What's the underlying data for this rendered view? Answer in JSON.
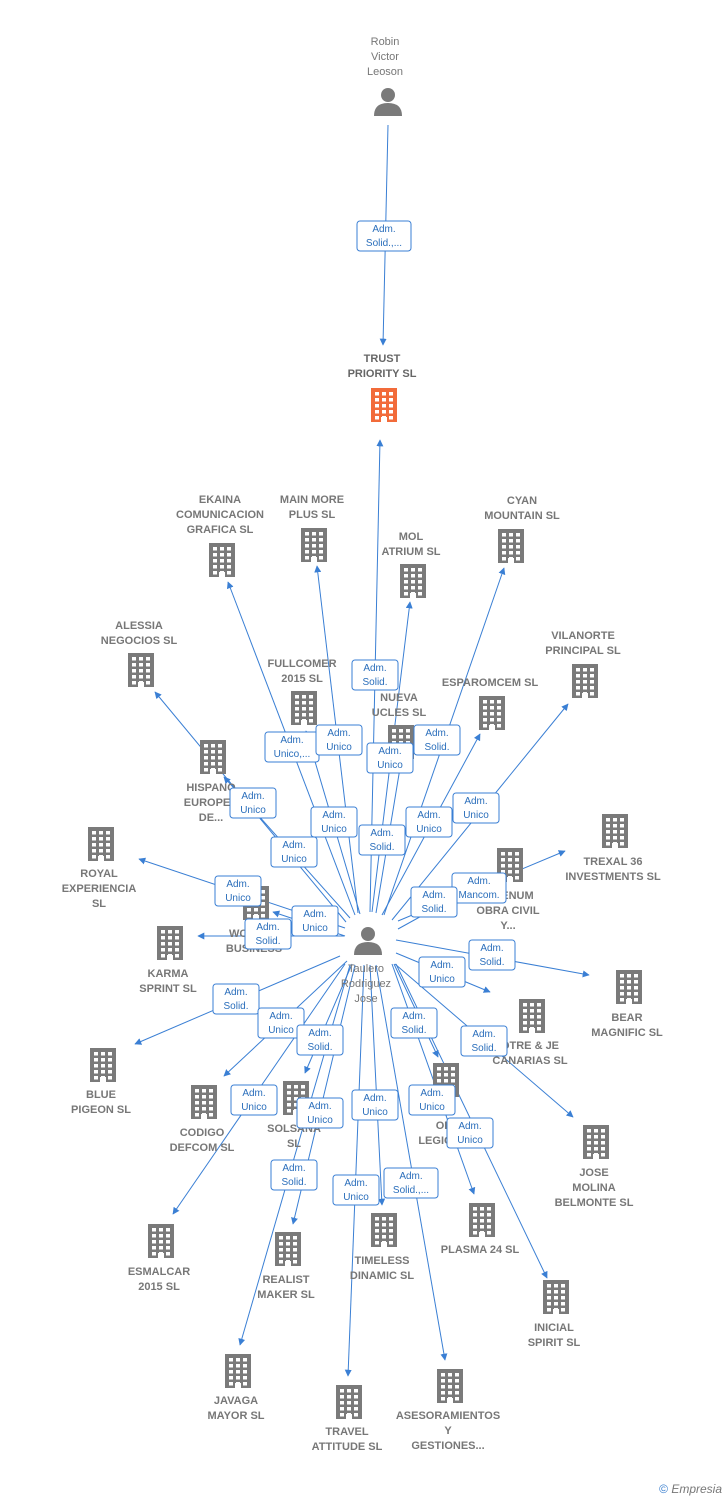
{
  "colors": {
    "edge": "#3a7fd4",
    "building": "#7a7a7a",
    "highlight": "#f26b3a",
    "person": "#7a7a7a",
    "edge_label_border": "#3a7fd4"
  },
  "nodes": [
    {
      "id": "robin",
      "kind": "person",
      "label": [
        "Robin",
        "Victor",
        "Leoson"
      ]
    },
    {
      "id": "trust",
      "kind": "company-highlight",
      "label": [
        "TRUST",
        "PRIORITY  SL"
      ]
    },
    {
      "id": "taulero",
      "kind": "person",
      "label": [
        "Taulero",
        "Rodriguez",
        "Jose"
      ]
    },
    {
      "id": "ekaina",
      "kind": "company",
      "label": [
        "EKAINA",
        "COMUNICACION",
        "GRAFICA  SL"
      ]
    },
    {
      "id": "mainmore",
      "kind": "company",
      "label": [
        "MAIN MORE",
        "PLUS  SL"
      ]
    },
    {
      "id": "molatrium",
      "kind": "company",
      "label": [
        "MOL",
        "ATRIUM  SL"
      ]
    },
    {
      "id": "cyan",
      "kind": "company",
      "label": [
        "CYAN",
        "MOUNTAIN  SL"
      ]
    },
    {
      "id": "alessia",
      "kind": "company",
      "label": [
        "ALESSIA",
        "NEGOCIOS  SL"
      ]
    },
    {
      "id": "vilanorte",
      "kind": "company",
      "label": [
        "VILANORTE",
        "PRINCIPAL  SL"
      ]
    },
    {
      "id": "fullcomer",
      "kind": "company",
      "label": [
        "FULLCOMER",
        "2015  SL"
      ]
    },
    {
      "id": "nuevaucles",
      "kind": "company",
      "label": [
        "NUEVA",
        "UCLES  SL"
      ]
    },
    {
      "id": "esparomcem",
      "kind": "company",
      "label": [
        "ESPAROMCEM  SL"
      ]
    },
    {
      "id": "hispano",
      "kind": "company",
      "label": [
        "HISPANO",
        "EUROPEA",
        "DE..."
      ]
    },
    {
      "id": "trexal",
      "kind": "company",
      "label": [
        "TREXAL 36",
        "INVESTMENTS SL"
      ]
    },
    {
      "id": "royal",
      "kind": "company",
      "label": [
        "ROYAL",
        "EXPERIENCIA",
        "SL"
      ]
    },
    {
      "id": "milenum",
      "kind": "company",
      "label": [
        "MILENUM",
        "OBRA CIVIL",
        "Y..."
      ]
    },
    {
      "id": "wonder",
      "kind": "company",
      "label": [
        "WONDER",
        "BUSINESS"
      ]
    },
    {
      "id": "karma",
      "kind": "company",
      "label": [
        "KARMA",
        "SPRINT  SL"
      ]
    },
    {
      "id": "bear",
      "kind": "company",
      "label": [
        "BEAR",
        "MAGNIFIC  SL"
      ]
    },
    {
      "id": "otre",
      "kind": "company",
      "label": [
        "OTRE & JE",
        "CANARIAS  SL"
      ]
    },
    {
      "id": "blue",
      "kind": "company",
      "label": [
        "BLUE",
        "PIGEON  SL"
      ]
    },
    {
      "id": "codigo",
      "kind": "company",
      "label": [
        "CODIGO",
        "DEFCOM  SL"
      ]
    },
    {
      "id": "solsa",
      "kind": "company",
      "label": [
        "SOLSANA",
        "SL"
      ]
    },
    {
      "id": "legio",
      "kind": "company",
      "label": [
        "OR",
        "LEGIO SL"
      ]
    },
    {
      "id": "jose",
      "kind": "company",
      "label": [
        "JOSE",
        "MOLINA",
        "BELMONTE  SL"
      ]
    },
    {
      "id": "esmalcar",
      "kind": "company",
      "label": [
        "ESMALCAR",
        "2015  SL"
      ]
    },
    {
      "id": "timeless",
      "kind": "company",
      "label": [
        "TIMELESS",
        "DINAMIC  SL"
      ]
    },
    {
      "id": "plasma",
      "kind": "company",
      "label": [
        "PLASMA 24 SL"
      ]
    },
    {
      "id": "realist",
      "kind": "company",
      "label": [
        "REALIST",
        "MAKER  SL"
      ]
    },
    {
      "id": "inicial",
      "kind": "company",
      "label": [
        "INICIAL",
        "SPIRIT  SL"
      ]
    },
    {
      "id": "javaga",
      "kind": "company",
      "label": [
        "JAVAGA",
        "MAYOR  SL"
      ]
    },
    {
      "id": "travel",
      "kind": "company",
      "label": [
        "TRAVEL",
        "ATTITUDE  SL"
      ]
    },
    {
      "id": "asesoramientos",
      "kind": "company",
      "label": [
        "ASESORAMIENTOS",
        "Y",
        "GESTIONES..."
      ]
    }
  ],
  "edges": [
    {
      "from": "robin",
      "to": "trust",
      "label": [
        "Adm.",
        "Solid.,..."
      ]
    },
    {
      "from": "taulero",
      "to": "trust",
      "label": [
        "Adm.",
        "Solid."
      ]
    },
    {
      "from": "taulero",
      "to": "ekaina",
      "label": [
        "Adm.",
        "Unico,..."
      ]
    },
    {
      "from": "taulero",
      "to": "mainmore",
      "label": [
        "Adm.",
        "Unico"
      ]
    },
    {
      "from": "taulero",
      "to": "molatrium",
      "label": [
        "Adm.",
        "Unico"
      ]
    },
    {
      "from": "taulero",
      "to": "cyan",
      "label": [
        "Adm.",
        "Solid."
      ]
    },
    {
      "from": "taulero",
      "to": "alessia",
      "label": [
        "Adm.",
        "Unico"
      ]
    },
    {
      "from": "taulero",
      "to": "vilanorte",
      "label": [
        "Adm.",
        "Unico"
      ]
    },
    {
      "from": "taulero",
      "to": "fullcomer",
      "label": [
        "Adm.",
        "Unico"
      ]
    },
    {
      "from": "taulero",
      "to": "nuevaucles",
      "label": [
        "Adm.",
        "Solid."
      ]
    },
    {
      "from": "taulero",
      "to": "esparomcem",
      "label": [
        "Adm.",
        "Unico"
      ]
    },
    {
      "from": "taulero",
      "to": "hispano",
      "label": [
        "Adm.",
        "Unico"
      ]
    },
    {
      "from": "taulero",
      "to": "trexal",
      "label": [
        "Adm.",
        "Mancom."
      ]
    },
    {
      "from": "taulero",
      "to": "royal",
      "label": [
        "Adm.",
        "Unico"
      ]
    },
    {
      "from": "taulero",
      "to": "milenum",
      "label": [
        "Adm.",
        "Solid."
      ]
    },
    {
      "from": "taulero",
      "to": "wonder",
      "label": [
        "Adm.",
        "Unico"
      ]
    },
    {
      "from": "taulero",
      "to": "karma",
      "label": [
        "Adm.",
        "Solid."
      ]
    },
    {
      "from": "taulero",
      "to": "bear",
      "label": [
        "Adm.",
        "Solid."
      ]
    },
    {
      "from": "taulero",
      "to": "otre",
      "label": [
        "Adm.",
        "Unico"
      ]
    },
    {
      "from": "taulero",
      "to": "blue",
      "label": [
        "Adm.",
        "Solid."
      ]
    },
    {
      "from": "taulero",
      "to": "codigo",
      "label": [
        "Adm.",
        "Unico"
      ]
    },
    {
      "from": "taulero",
      "to": "solsa",
      "label": [
        "Adm.",
        "Solid."
      ]
    },
    {
      "from": "taulero",
      "to": "legio",
      "label": [
        "Adm.",
        "Solid."
      ]
    },
    {
      "from": "taulero",
      "to": "jose",
      "label": [
        "Adm.",
        "Solid."
      ]
    },
    {
      "from": "taulero",
      "to": "esmalcar",
      "label": [
        "Adm.",
        "Unico"
      ]
    },
    {
      "from": "taulero",
      "to": "timeless",
      "label": [
        "Adm.",
        "Unico"
      ]
    },
    {
      "from": "taulero",
      "to": "plasma",
      "label": [
        "Adm.",
        "Unico"
      ]
    },
    {
      "from": "taulero",
      "to": "realist",
      "label": [
        "Adm.",
        "Unico"
      ]
    },
    {
      "from": "taulero",
      "to": "inicial",
      "label": [
        "Adm.",
        "Unico"
      ]
    },
    {
      "from": "taulero",
      "to": "javaga",
      "label": [
        "Adm.",
        "Solid."
      ]
    },
    {
      "from": "taulero",
      "to": "travel",
      "label": [
        "Adm.",
        "Unico"
      ]
    },
    {
      "from": "taulero",
      "to": "asesoramientos",
      "label": [
        "Adm.",
        "Solid.,..."
      ]
    }
  ],
  "footer": {
    "symbol": "©",
    "brand": "Empresia"
  }
}
